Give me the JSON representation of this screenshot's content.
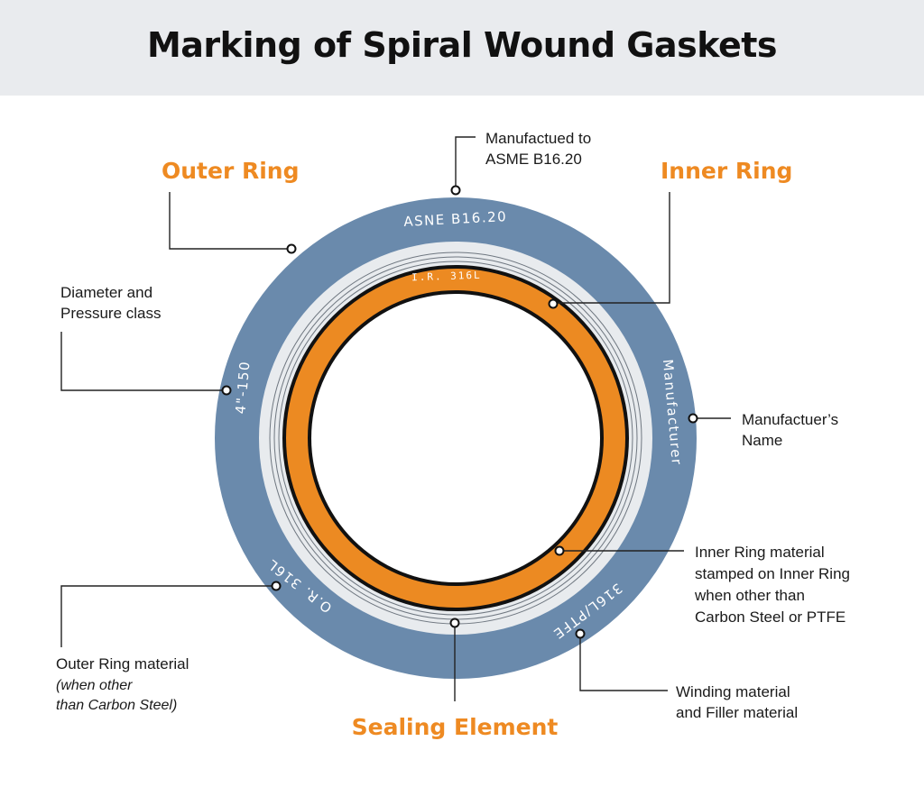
{
  "title": "Marking of Spiral Wound Gaskets",
  "colors": {
    "outer_ring": "#6a8aac",
    "sealing_element": "#e8ebee",
    "inner_ring": "#ec8a22",
    "accent_label": "#ee8a22",
    "header_bg": "#e9ebee"
  },
  "section_labels": {
    "outer_ring": "Outer Ring",
    "inner_ring": "Inner Ring",
    "sealing_element": "Sealing Element"
  },
  "ring_markings": {
    "standard": "ASNE B16.20",
    "inner_ring_material": "I.R. 316L",
    "size_class": "4\"-150",
    "manufacturer": "Manufacturer",
    "outer_ring_material": "O.R. 316L",
    "winding_filler": "316L/PTFE"
  },
  "callouts": {
    "standard": [
      "Manufactued to",
      "ASME B16.20"
    ],
    "diameter": [
      "Diameter and",
      "Pressure class"
    ],
    "manufacturer": [
      "Manufactuer’s",
      "Name"
    ],
    "inner_ring_material": [
      "Inner Ring material",
      "stamped on Inner Ring",
      "when other than",
      "Carbon Steel or PTFE"
    ],
    "outer_ring_material": [
      "Outer Ring material"
    ],
    "outer_ring_material_note": [
      "(when other",
      "than Carbon Steel)"
    ],
    "winding": [
      "Winding material",
      "and Filler material"
    ]
  }
}
